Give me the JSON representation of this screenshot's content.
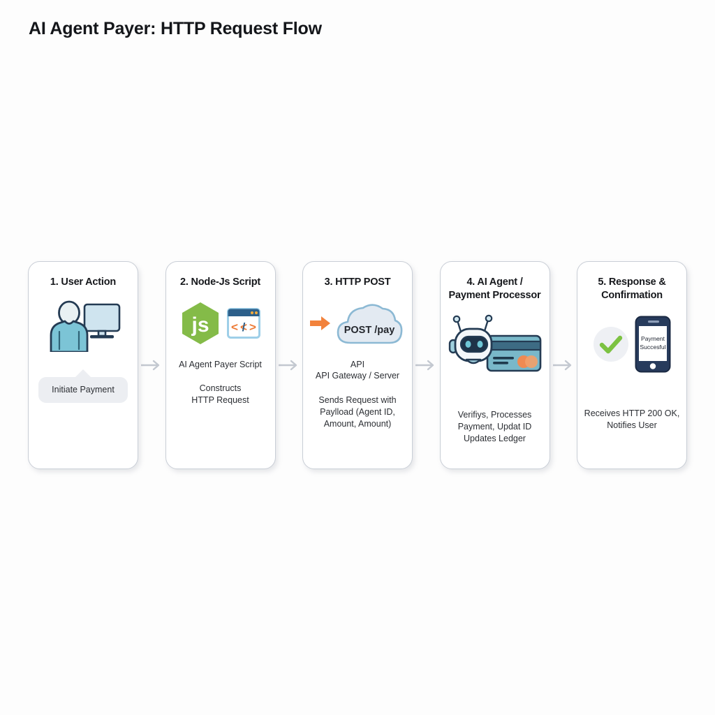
{
  "page": {
    "title": "AI Agent Payer: HTTP Request Flow",
    "background_color": "#fdfdfd"
  },
  "colors": {
    "card_border": "#c9ced6",
    "card_background": "#ffffff",
    "arrow_gray": "#c3c8d0",
    "accent_orange": "#f2823c",
    "accent_green": "#84bb48",
    "navy": "#243b53",
    "teal": "#7cc4d6",
    "bubble_gray": "#eceef2"
  },
  "flow": {
    "connector_icon": "right-arrow-icon",
    "steps": [
      {
        "title": "1. User Action",
        "icon": "user-at-computer-icon",
        "bubble_label": "Initiate Payment",
        "desc": "",
        "desc_sub": ""
      },
      {
        "title": "2. Node-Js Script",
        "icon": "javascript-hexagon-icon",
        "icon_secondary": "code-window-icon",
        "icon_label": "js",
        "desc": "AI Agent Payer Script",
        "desc_sub": "Constructs\nHTTP Request"
      },
      {
        "title": "3. HTTP POST",
        "icon": "cloud-icon",
        "icon_secondary": "orange-arrow-icon",
        "cloud_label": "POST /pay",
        "desc": "API\nAPI Gateway / Server",
        "desc_sub": "Sends Request with\nPaylload (Agent ID,\nAmount, Amount)"
      },
      {
        "title": "4. AI Agent /\nPayment Processor",
        "icon": "robot-head-icon",
        "icon_secondary": "credit-card-icon",
        "desc": "",
        "desc_sub": "Verifiys, Processes\nPayment, Updat ID\nUpdates Ledger"
      },
      {
        "title": "5. Response &\nConfirmation",
        "icon": "green-check-circle-icon",
        "icon_secondary": "smartphone-icon",
        "phone_screen_line1": "Payment",
        "phone_screen_line2": "Succesful",
        "desc": "",
        "desc_sub": "Receives HTTP 200 OK,\nNotifies User"
      }
    ]
  }
}
